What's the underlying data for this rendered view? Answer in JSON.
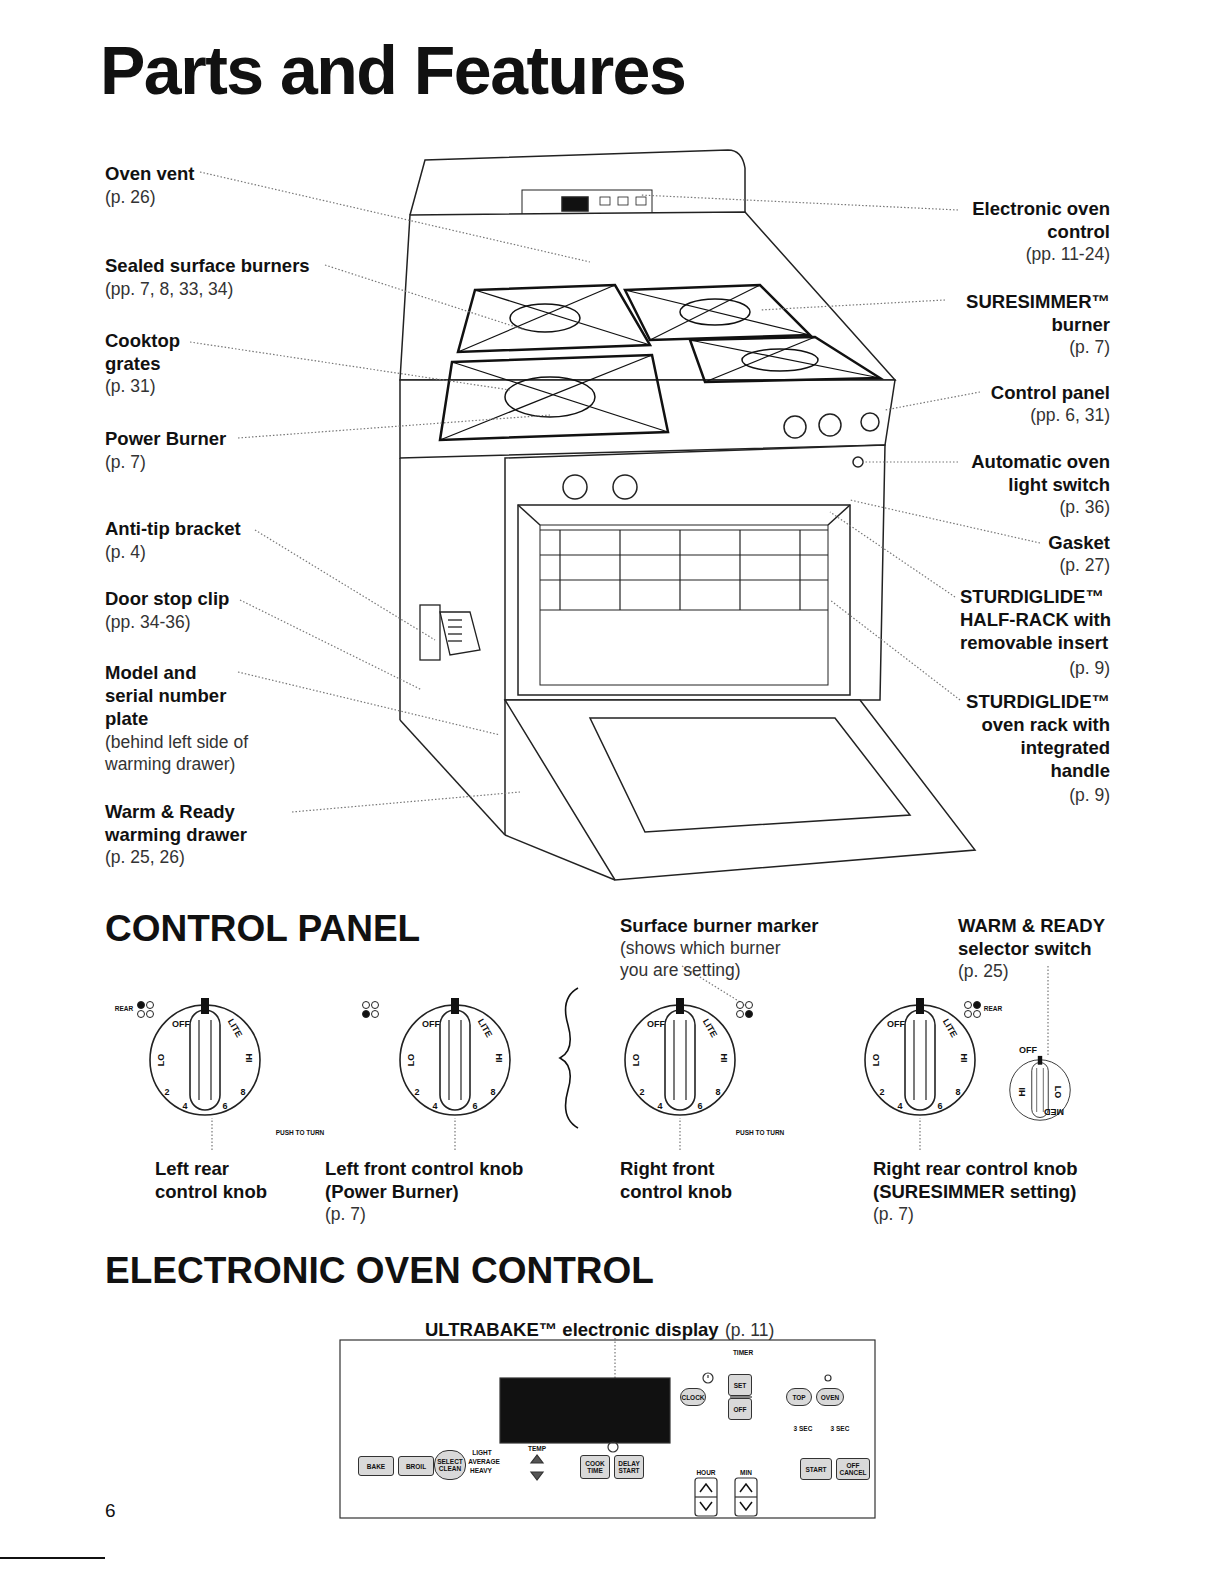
{
  "diagram": {
    "title": "Parts and Features",
    "nodes": [
      {
        "text": [
          "BAKE"
        ]
      },
      {
        "text": [
          "BROIL"
        ]
      },
      {
        "text": [
          "SELECT CLEAN"
        ]
      },
      {
        "text": [
          "COOK TIME"
        ]
      },
      {
        "text": [
          "DELAY START"
        ]
      },
      {
        "text": [
          "CLOCK"
        ]
      },
      {
        "text": [
          "SET"
        ]
      },
      {
        "text": [
          "OFF"
        ]
      },
      {
        "text": [
          "TOP"
        ]
      },
      {
        "text": [
          "OVEN"
        ]
      },
      {
        "text": [
          "START"
        ]
      },
      {
        "text": [
          "OFF CANCEL"
        ]
      }
    ],
    "labels": [
      "Oven vent",
      "(p. 26)",
      "Sealed surface burners",
      "(pp. 7, 8, 33, 34)",
      "Cooktop grates",
      "(p. 31)",
      "Power Burner",
      "(p. 7)",
      "Anti-tip bracket",
      "(p. 4)",
      "Door stop clip",
      "(pp. 34-36)",
      "Model and serial number plate",
      "(behind left side of warming drawer)",
      "Warm & Ready warming drawer",
      "(p. 25, 26)",
      "Electronic oven control",
      "(pp. 11-24)",
      "SURESIMMER™ burner",
      "(p. 7)",
      "Control panel",
      "(pp. 6, 31)",
      "Automatic oven light switch",
      "(p. 36)",
      "Gasket",
      "(p. 27)",
      "STURDIGLIDE™ HALF-RACK with removable insert",
      "(p. 9)",
      "STURDIGLIDE™ oven rack with integrated handle",
      "(p. 9)",
      "CONTROL PANEL",
      "Surface burner marker",
      "(shows which burner you are setting)",
      "WARM & READY selector switch",
      "(p. 25)",
      "OFF",
      "LITE",
      "HI",
      "LO",
      "2",
      "4",
      "6",
      "8",
      "OFF",
      "LITE",
      "HI",
      "LO",
      "2",
      "4",
      "6",
      "8",
      "OFF",
      "LITE",
      "HI",
      "LO",
      "2",
      "4",
      "6",
      "8",
      "OFF",
      "LITE",
      "HI",
      "LO",
      "2",
      "4",
      "6",
      "8",
      "OFF",
      "HI",
      "LO",
      "MED",
      "REAR",
      "REAR",
      "PUSH TO TURN",
      "PUSH TO TURN",
      "Left rear control knob",
      "Left front control knob (Power Burner)",
      "(p. 7)",
      "Right front control knob",
      "Right rear control knob (SURESIMMER setting)",
      "(p. 7)",
      "ELECTRONIC OVEN CONTROL",
      "ULTRABAKE™ electronic display",
      "(p. 11)",
      "TIMER",
      "TEMP",
      "HOUR",
      "MIN",
      "LIGHT",
      "AVERAGE",
      "HEAVY",
      "3 SEC",
      "3 SEC",
      "6"
    ]
  }
}
